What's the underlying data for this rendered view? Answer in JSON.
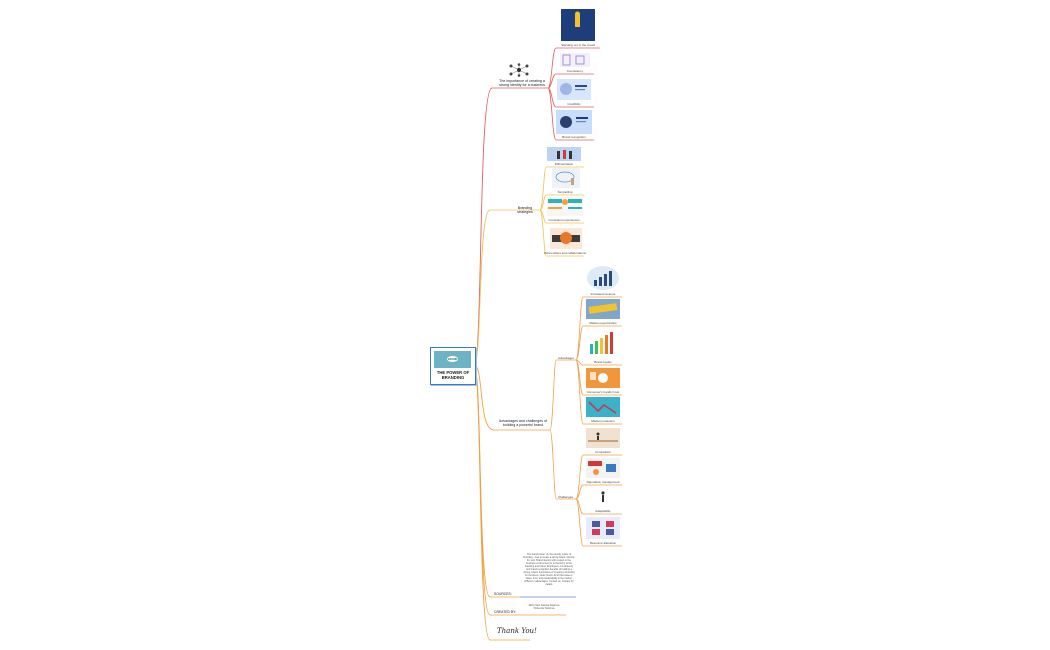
{
  "central": {
    "title": "THE POWER OF BRANDING",
    "badge": "BRAND"
  },
  "branches": [
    {
      "label": "The importance of creating a strong identity for a business",
      "children": [
        "Standing out in the crowd",
        "Consistency",
        "Credibility",
        "Brand recognition"
      ]
    },
    {
      "label": "Branding strategies",
      "children": [
        "Differentiation",
        "Storytelling",
        "Consistent experiences",
        "Partnerships and collaborations"
      ]
    },
    {
      "label": "Advantages and challenges of building a powerful brand",
      "groups": [
        {
          "label": "Advantages",
          "children": [
            "Increased revenue",
            "Market opportunities",
            "Brand loyalty",
            "Consumer's loyalty/ trust",
            "Market protection"
          ]
        },
        {
          "label": "Challenges",
          "children": [
            "Competition",
            "Reputation management",
            "Adaptability",
            "Resource allocation"
          ]
        }
      ]
    },
    {
      "label": "SOURCES:",
      "text": "The brand power: on the identity power of branding - how to create a strong brand / identity for your. Brand identity with respect to the business environment or in hierarchy of the branding and brand. Employees. Consistency and brand recognition benefits of building a strong, brand. Importance of creating a branding for business / wider brand. All of that value is. Value, trust, and sustainability in the market. Different / advantages. Contact us. Contact for details"
    },
    {
      "label": "CREATED BY:",
      "text": "Marin Tacz Daniela Tokarova Hortenzia Todorova"
    }
  ],
  "closing": "Thank You!"
}
